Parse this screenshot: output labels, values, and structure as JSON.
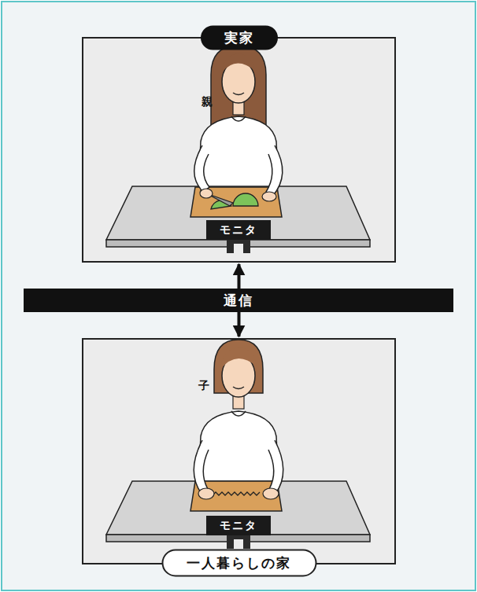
{
  "diagram": {
    "nodes": [
      {
        "text": [
          "実家"
        ]
      },
      {
        "text": [
          "モニタ"
        ],
        "in": 0
      },
      {
        "text": [
          "通信"
        ]
      },
      {
        "text": [
          "一人暮らしの家"
        ]
      },
      {
        "text": [
          "モニタ"
        ],
        "in": 3
      }
    ],
    "edges": [
      {
        "from": 2,
        "to": 0,
        "arrow": "to"
      },
      {
        "from": 2,
        "to": 3,
        "arrow": "to"
      }
    ],
    "labels": [
      "親",
      "子"
    ]
  }
}
